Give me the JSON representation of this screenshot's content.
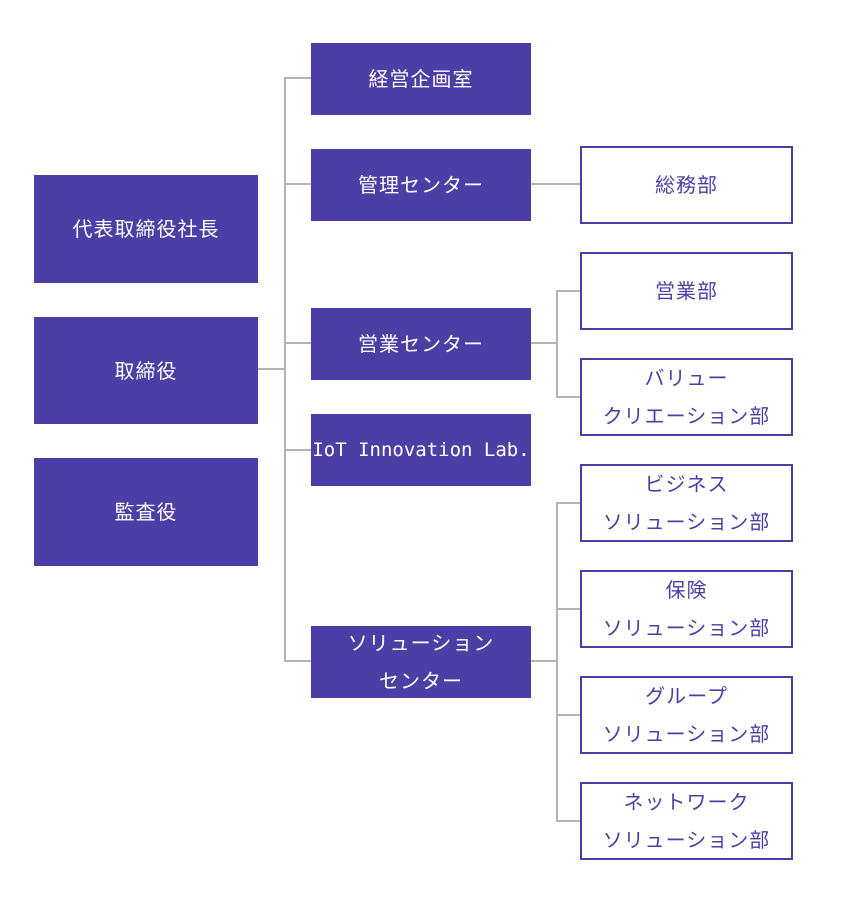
{
  "colors": {
    "box_fill": "#4b3fa6",
    "box_text": "#ffffff",
    "outline": "#4b3fa6",
    "connector": "#b3b3b3"
  },
  "left": {
    "president": "代表取締役社長",
    "directors": "取締役",
    "auditor": "監査役"
  },
  "centers": {
    "planning": "経営企画室",
    "management": "管理センター",
    "sales": "営業センター",
    "iot": "IoT Innovation Lab.",
    "solution_line1": "ソリューション",
    "solution_line2": "センター"
  },
  "departments": {
    "general_affairs": "総務部",
    "sales_dept": "営業部",
    "value_line1": "バリュー",
    "value_line2": "クリエーション部",
    "business_line1": "ビジネス",
    "business_line2": "ソリューション部",
    "insurance_line1": "保険",
    "insurance_line2": "ソリューション部",
    "group_line1": "グループ",
    "group_line2": "ソリューション部",
    "network_line1": "ネットワーク",
    "network_line2": "ソリューション部"
  }
}
